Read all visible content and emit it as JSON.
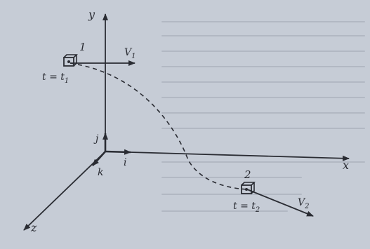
{
  "diagram": {
    "axes": {
      "x": "x",
      "y": "y",
      "z": "z"
    },
    "unit_vectors": {
      "i": "i",
      "j": "j",
      "k": "k"
    },
    "point_1": {
      "number": "1",
      "time": "t = t",
      "time_sub": "1",
      "velocity": "V",
      "velocity_sub": "1"
    },
    "point_2": {
      "number": "2",
      "time": "t = t",
      "time_sub": "2",
      "velocity": "V",
      "velocity_sub": "2"
    }
  },
  "colors": {
    "background": "#c6ccd6",
    "ink": "#2a2c33"
  }
}
